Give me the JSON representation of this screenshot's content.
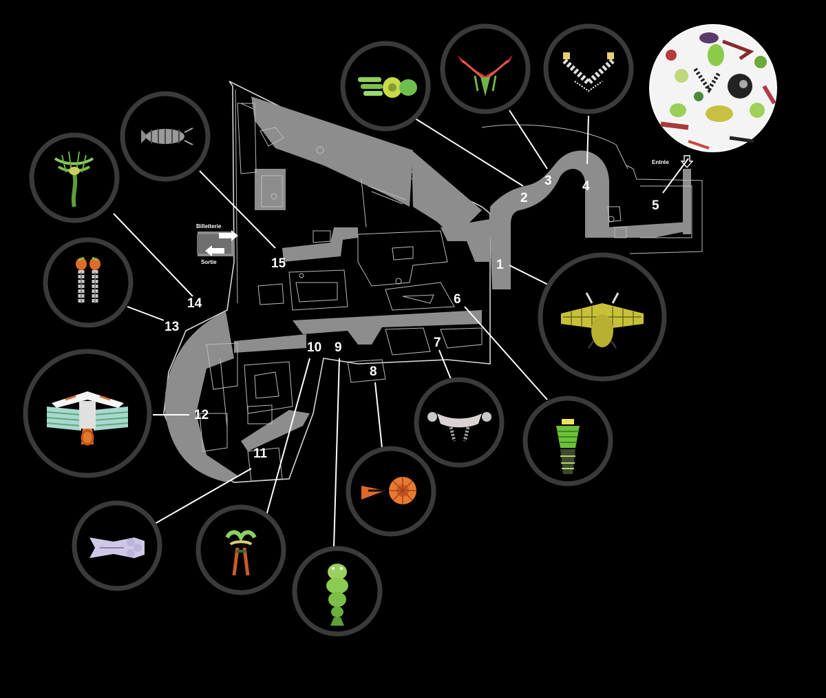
{
  "labels": {
    "billetterie": "Billetterie",
    "sortie": "Sortie",
    "entree": "Entrée"
  },
  "stations": [
    {
      "number": "1",
      "creature": "yellow-lattice-creature"
    },
    {
      "number": "2",
      "creature": "green-segmented-creature"
    },
    {
      "number": "3",
      "creature": "red-winged-creature"
    },
    {
      "number": "4",
      "creature": "black-white-striped-creature"
    },
    {
      "number": "5",
      "creature": "creature-collage"
    },
    {
      "number": "6",
      "creature": "green-stacked-creature"
    },
    {
      "number": "7",
      "creature": "silver-winged-creature"
    },
    {
      "number": "8",
      "creature": "orange-fan-creature"
    },
    {
      "number": "9",
      "creature": "green-spiked-larva"
    },
    {
      "number": "10",
      "creature": "green-tentacle-creature"
    },
    {
      "number": "11",
      "creature": "lavender-bone-creature"
    },
    {
      "number": "12",
      "creature": "large-teal-orange-creature"
    },
    {
      "number": "13",
      "creature": "twin-orange-column-creature"
    },
    {
      "number": "14",
      "creature": "green-frond-creature"
    },
    {
      "number": "15",
      "creature": "grey-shrimp-creature"
    }
  ],
  "colors": {
    "background": "#000000",
    "corridor": "#8d8d8d",
    "walls": "#d9d9d9",
    "ring": "#3a3a3a",
    "text": "#ffffff"
  }
}
